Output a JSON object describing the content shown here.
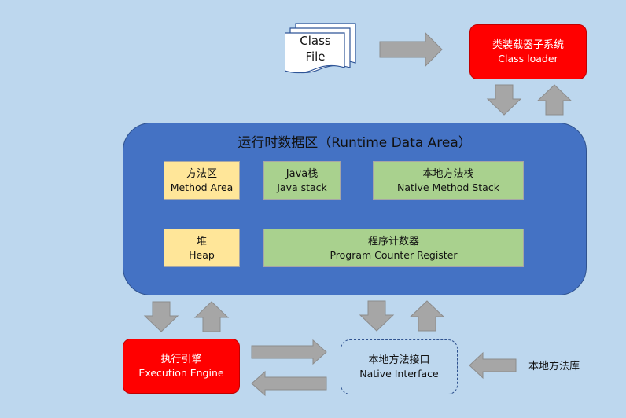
{
  "class_file": {
    "line1": "Class",
    "line2": "File"
  },
  "class_loader": {
    "zh": "类装载器子系统",
    "en": "Class loader"
  },
  "runtime": {
    "title": "运行时数据区（Runtime Data Area）",
    "method_area": {
      "zh": "方法区",
      "en": "Method Area"
    },
    "java_stack": {
      "zh": "Java栈",
      "en": "Java stack"
    },
    "native_method_stack": {
      "zh": "本地方法栈",
      "en": "Native Method Stack"
    },
    "heap": {
      "zh": "堆",
      "en": "Heap"
    },
    "pc_register": {
      "zh": "程序计数器",
      "en": "Program Counter Register"
    }
  },
  "execution_engine": {
    "zh": "执行引擎",
    "en": "Execution Engine"
  },
  "native_interface": {
    "zh": "本地方法接口",
    "en": "Native Interface"
  },
  "native_library": {
    "label": "本地方法库"
  },
  "colors": {
    "background": "#bdd7ee",
    "runtime_area": "#4472c4",
    "red_box": "#ff0000",
    "yellow_box": "#ffe699",
    "green_box": "#a9d18e",
    "arrow": "#a6a6a6"
  }
}
